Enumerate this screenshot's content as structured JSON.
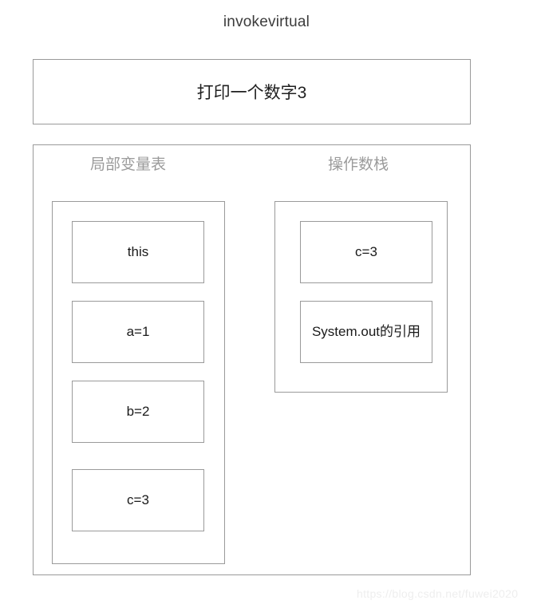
{
  "title": "invokevirtual",
  "banner": {
    "text": "打印一个数字3"
  },
  "panels": {
    "locals": {
      "caption": "局部变量表",
      "slots": [
        {
          "label": "this"
        },
        {
          "label": "a=1"
        },
        {
          "label": "b=2"
        },
        {
          "label": "c=3"
        }
      ]
    },
    "stack": {
      "caption": "操作数栈",
      "slots": [
        {
          "label": "c=3"
        },
        {
          "label": "System.out的引用"
        }
      ]
    }
  },
  "watermark": "https://blog.csdn.net/fuwei2020",
  "colors": {
    "border": "#9a9a9a",
    "text": "#1a1a1a",
    "caption": "#9b9b9b",
    "title": "#3c3c3c",
    "watermark": "#eeeeee",
    "background": "#ffffff"
  }
}
